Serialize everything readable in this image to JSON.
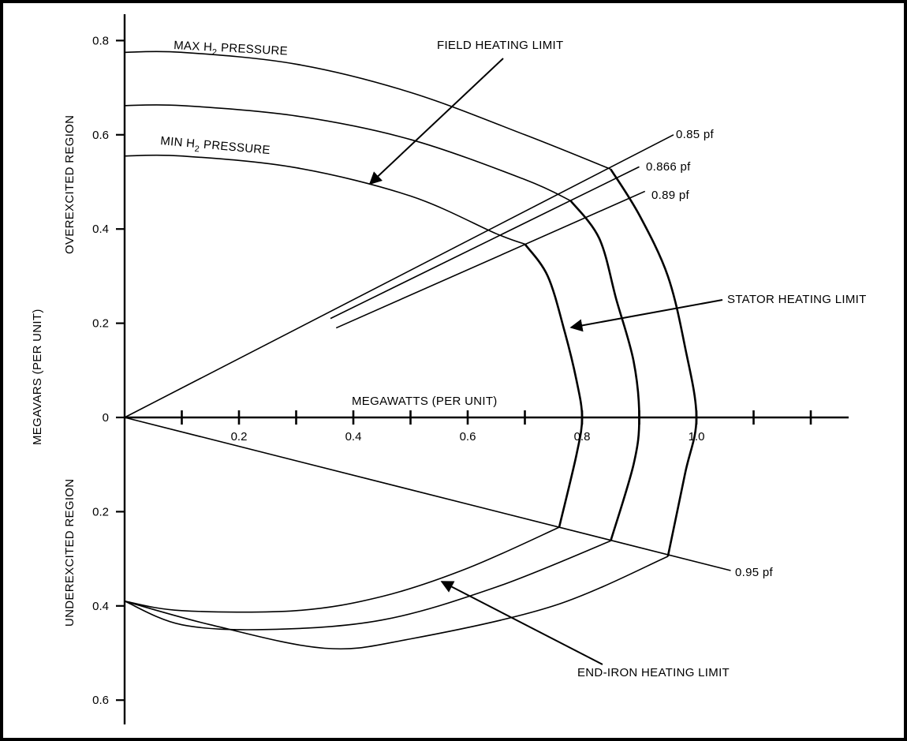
{
  "chart_data": {
    "type": "line",
    "title": "",
    "xlabel": "MEGAWATTS (PER UNIT)",
    "ylabel": "MEGAVARS (PER UNIT)",
    "overexcited_label": "OVEREXCITED REGION",
    "underexcited_label": "UNDEREXCITED REGION",
    "xlim": [
      0,
      1.3
    ],
    "ylim": [
      -0.65,
      0.8
    ],
    "x_ticks": [
      {
        "value": 0.2,
        "label": "0.2"
      },
      {
        "value": 0.4,
        "label": "0.4"
      },
      {
        "value": 0.6,
        "label": "0.6"
      },
      {
        "value": 0.8,
        "label": "0.8"
      },
      {
        "value": 1.0,
        "label": "1.0"
      }
    ],
    "x_minor_ticks": [
      0.1,
      0.3,
      0.5,
      0.7,
      0.9,
      1.1,
      1.2
    ],
    "y_ticks": [
      {
        "value": 0.8,
        "label": "0.8"
      },
      {
        "value": 0.6,
        "label": "0.6"
      },
      {
        "value": 0.4,
        "label": "0.4"
      },
      {
        "value": 0.2,
        "label": "0.2"
      },
      {
        "value": 0,
        "label": "0"
      },
      {
        "value": -0.2,
        "label": "0.2"
      },
      {
        "value": -0.4,
        "label": "0.4"
      },
      {
        "value": -0.6,
        "label": "0.6"
      }
    ],
    "series": [
      {
        "name": "MAX H2 PRESSURE",
        "field": [
          [
            0,
            0.775
          ],
          [
            0.1,
            0.775
          ],
          [
            0.3,
            0.75
          ],
          [
            0.5,
            0.69
          ],
          [
            0.7,
            0.6
          ],
          [
            0.85,
            0.527
          ]
        ],
        "stator": [
          [
            0.85,
            0.527
          ],
          [
            0.9,
            0.43
          ],
          [
            0.95,
            0.3
          ],
          [
            0.98,
            0.15
          ],
          [
            1.0,
            0.0
          ],
          [
            0.98,
            -0.12
          ],
          [
            0.95,
            -0.295
          ]
        ],
        "end_iron": [
          [
            0.95,
            -0.295
          ],
          [
            0.75,
            -0.4
          ],
          [
            0.5,
            -0.47
          ],
          [
            0.35,
            -0.49
          ],
          [
            0.15,
            -0.44
          ],
          [
            0,
            -0.39
          ]
        ]
      },
      {
        "name": "",
        "field": [
          [
            0,
            0.662
          ],
          [
            0.1,
            0.662
          ],
          [
            0.3,
            0.64
          ],
          [
            0.5,
            0.59
          ],
          [
            0.7,
            0.505
          ],
          [
            0.78,
            0.46
          ]
        ],
        "stator": [
          [
            0.78,
            0.46
          ],
          [
            0.83,
            0.38
          ],
          [
            0.86,
            0.25
          ],
          [
            0.89,
            0.12
          ],
          [
            0.9,
            0.0
          ],
          [
            0.89,
            -0.1
          ],
          [
            0.85,
            -0.262
          ]
        ],
        "end_iron": [
          [
            0.85,
            -0.262
          ],
          [
            0.65,
            -0.36
          ],
          [
            0.45,
            -0.43
          ],
          [
            0.25,
            -0.45
          ],
          [
            0.1,
            -0.44
          ],
          [
            0,
            -0.39
          ]
        ]
      },
      {
        "name": "MIN H2 PRESSURE",
        "field": [
          [
            0,
            0.555
          ],
          [
            0.1,
            0.555
          ],
          [
            0.3,
            0.53
          ],
          [
            0.5,
            0.47
          ],
          [
            0.65,
            0.39
          ],
          [
            0.7,
            0.368
          ]
        ],
        "stator": [
          [
            0.7,
            0.368
          ],
          [
            0.74,
            0.3
          ],
          [
            0.77,
            0.18
          ],
          [
            0.79,
            0.08
          ],
          [
            0.8,
            0.0
          ],
          [
            0.79,
            -0.08
          ],
          [
            0.76,
            -0.233
          ]
        ],
        "end_iron": [
          [
            0.76,
            -0.233
          ],
          [
            0.6,
            -0.32
          ],
          [
            0.45,
            -0.38
          ],
          [
            0.3,
            -0.41
          ],
          [
            0.1,
            -0.41
          ],
          [
            0,
            -0.39
          ]
        ]
      }
    ],
    "pf_lines": [
      {
        "name": "0.85 pf",
        "from": [
          0,
          0
        ],
        "to": [
          0.96,
          0.6
        ]
      },
      {
        "name": "0.866 pf",
        "from": [
          0.36,
          0.21
        ],
        "to": [
          0.9,
          0.532
        ]
      },
      {
        "name": "0.89 pf",
        "from": [
          0.37,
          0.19
        ],
        "to": [
          0.91,
          0.48
        ]
      },
      {
        "name": "0.95 pf",
        "from": [
          0,
          0
        ],
        "to": [
          1.06,
          -0.325
        ]
      }
    ],
    "annotations": [
      {
        "text": "FIELD HEATING LIMIT"
      },
      {
        "text": "STATOR HEATING LIMIT"
      },
      {
        "text": "END-IRON HEATING LIMIT"
      }
    ]
  }
}
